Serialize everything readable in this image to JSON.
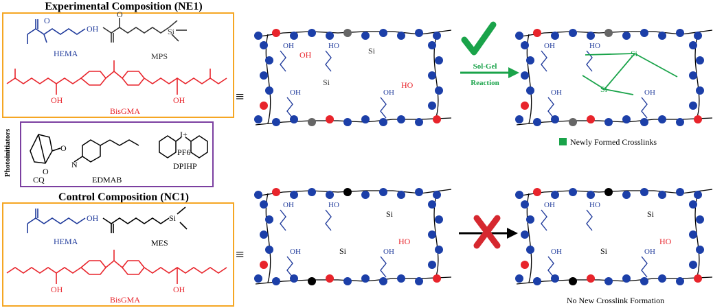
{
  "panel_top": {
    "title": "Experimental Composition (NE1)",
    "monomers": {
      "hema": "HEMA",
      "mps": "MPS",
      "bisgma": "BisGMA"
    }
  },
  "photoinitiators": {
    "side_label": "Photoinitiators",
    "items": {
      "cq": "CQ",
      "edmab": "EDMAB",
      "dpihp": "DPIHP"
    }
  },
  "panel_bottom": {
    "title": "Control Composition (NC1)",
    "monomers": {
      "hema": "HEMA",
      "mes": "MES",
      "bisgma": "BisGMA"
    }
  },
  "arrows": {
    "top_label_line1": "Sol-Gel",
    "top_label_line2": "Reaction",
    "equiv": "≡"
  },
  "legend": {
    "text": "Newly Formed Crosslinks"
  },
  "bottom_caption": "No New Crosslink Formation",
  "atoms": {
    "oh": "OH",
    "ho": "HO",
    "o": "O",
    "si": "Si",
    "pf6": "PF6",
    "i_plus": "I+"
  },
  "colors": {
    "blue": "#1f3a9b",
    "red": "#e8242b",
    "green": "#1aa34a",
    "gray": "#555555",
    "orange_border": "#f5a623",
    "purple_border": "#7b3fa0",
    "node_blue": "#1c3fa8",
    "node_red": "#e8242b",
    "node_gray": "#666666",
    "node_black": "#000000"
  }
}
